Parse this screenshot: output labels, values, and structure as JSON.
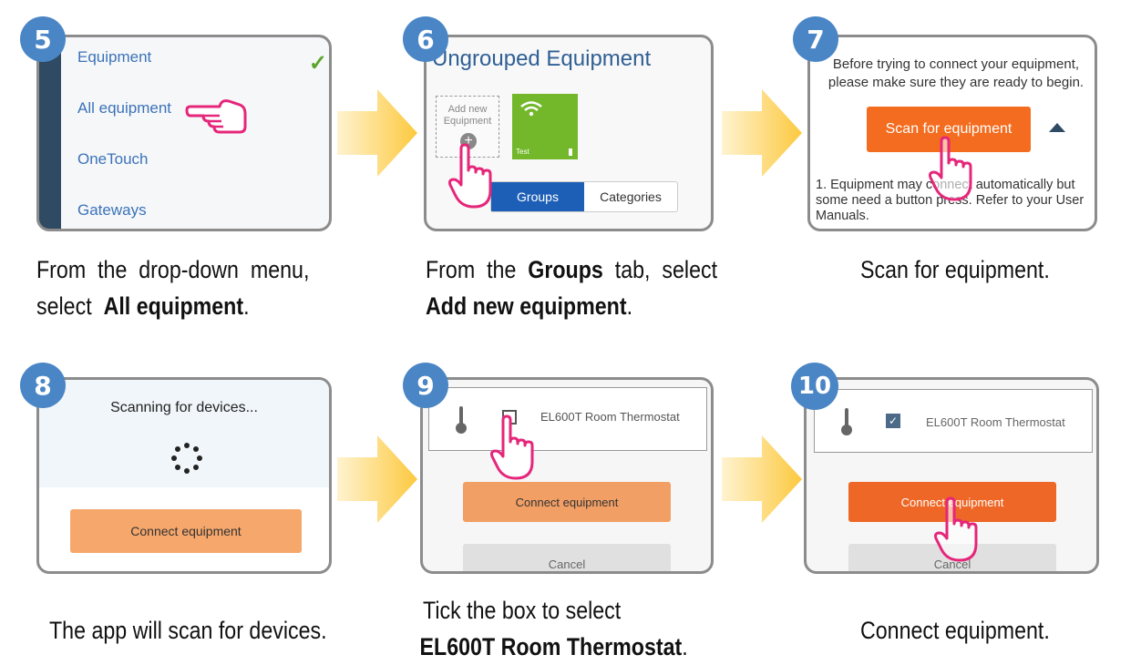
{
  "steps": [
    {
      "number": "5"
    },
    {
      "number": "6"
    },
    {
      "number": "7"
    },
    {
      "number": "8"
    },
    {
      "number": "9"
    },
    {
      "number": "10"
    }
  ],
  "step5": {
    "menu_items": [
      "Equipment",
      "All equipment",
      "OneTouch",
      "Gateways"
    ],
    "caption_line1": "From  the  drop-down  menu,",
    "caption_line2_pre": "select",
    "caption_line2_bold": "All equipment",
    "caption_line2_post": "."
  },
  "step6": {
    "title": "Ungrouped Equipment",
    "add_new_label": "Add new Equipment",
    "tile_label": "Test",
    "tab_groups": "Groups",
    "tab_categories": "Categories",
    "caption_line1_pre": "From  the",
    "caption_line1_bold": "Groups",
    "caption_line1_post": "tab,  select",
    "caption_line2_bold": "Add new equipment",
    "caption_line2_post": "."
  },
  "step7": {
    "intro": "Before trying to connect your equipment, please make sure they are ready to begin.",
    "scan_button": "Scan for equipment",
    "note": "1. Equipment may connect automatically but some need a button press. Refer to your User Manuals.",
    "caption": "Scan for equipment."
  },
  "step8": {
    "scanning": "Scanning for devices...",
    "connect_button": "Connect equipment",
    "caption": "The app will scan for devices."
  },
  "step9": {
    "device": "EL600T Room Thermostat",
    "connect_button": "Connect equipment",
    "cancel_button": "Cancel",
    "caption_line1": "Tick the box to select",
    "caption_line2_bold": "EL600T Room Thermostat",
    "caption_line2_post": "."
  },
  "step10": {
    "device": "EL600T Room Thermostat",
    "connect_button": "Connect equipment",
    "cancel_button": "Cancel",
    "caption": "Connect equipment."
  },
  "colors": {
    "badge": "#4a86c5",
    "orange_button": "#f36c1f",
    "hand": "#e5267a",
    "arrow": "#fcd25a"
  }
}
